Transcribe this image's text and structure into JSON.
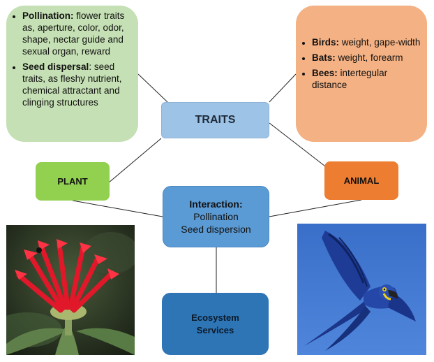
{
  "plant_traits": {
    "items": [
      {
        "label": "Pollination:",
        "text": " flower traits as, aperture, color, odor, shape, nectar guide and sexual organ, reward"
      },
      {
        "label": "Seed dispersal",
        "text": ": seed traits, as fleshy nutrient, chemical attractant and clinging structures"
      }
    ]
  },
  "animal_traits": {
    "items": [
      {
        "label": "Birds:",
        "text": " weight, gape-width"
      },
      {
        "label": "Bats:",
        "text": " weight, forearm"
      },
      {
        "label": "Bees:",
        "text": " intertegular distance"
      }
    ]
  },
  "nodes": {
    "traits": "TRAITS",
    "plant": "PLANT",
    "animal": "ANIMAL",
    "interaction_title": "Interaction:",
    "interaction_line1": "Pollination",
    "interaction_line2": "Seed dispersion",
    "ecosystem_line1": "Ecosystem",
    "ecosystem_line2": "Services"
  },
  "photos": {
    "flower": "red tubular flower",
    "bird": "blue macaw in flight"
  },
  "colors": {
    "plant_traits_bg": "#c5e0b4",
    "animal_traits_bg": "#f4b183",
    "traits_bg": "#9dc3e6",
    "plant_bg": "#92d050",
    "animal_bg": "#ed7d31",
    "interaction_bg": "#5b9bd5",
    "ecosystem_bg": "#2e75b6"
  }
}
